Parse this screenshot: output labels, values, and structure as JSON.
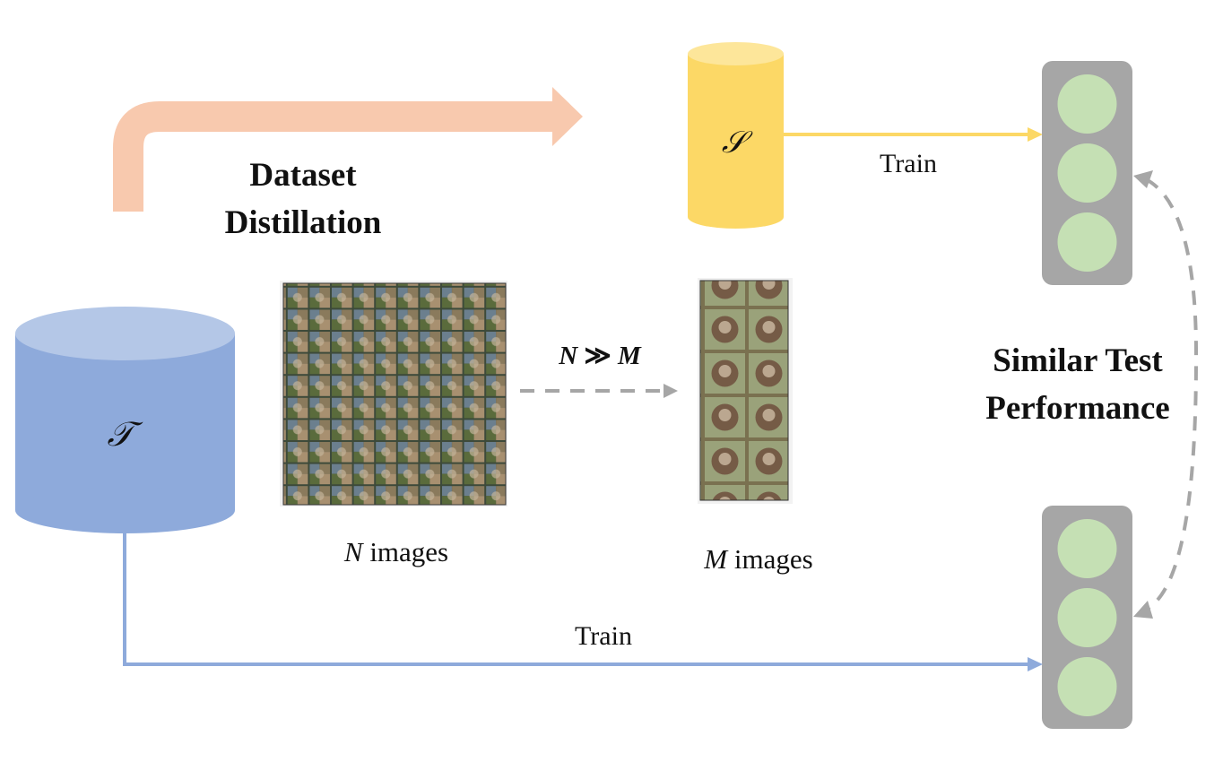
{
  "colors": {
    "distill_arrow": "#F8C9AE",
    "synthetic_db_body": "#FCD866",
    "synthetic_db_top": "#FDE69A",
    "real_db_body": "#8EAADB",
    "real_db_top": "#B4C7E7",
    "model_box": "#A6A6A6",
    "model_circle": "#C5E0B4",
    "synthetic_train_arrow": "#FCD866",
    "real_train_arrow": "#8EAADB",
    "dashed_arrow": "#A6A6A6"
  },
  "distillation": {
    "label_line1": "Dataset",
    "label_line2": "Distillation"
  },
  "synthetic_dataset": {
    "symbol": "𝒮"
  },
  "real_dataset": {
    "symbol": "𝒯"
  },
  "train_top": {
    "label": "Train"
  },
  "train_bottom": {
    "label": "Train"
  },
  "real_images": {
    "var": "N",
    "caption": " images"
  },
  "synthetic_images": {
    "var": "M",
    "caption": " images"
  },
  "relation": {
    "left": "N",
    "op": " ≫ ",
    "right": "M"
  },
  "similarity": {
    "line1": "Similar Test",
    "line2": "Performance"
  }
}
